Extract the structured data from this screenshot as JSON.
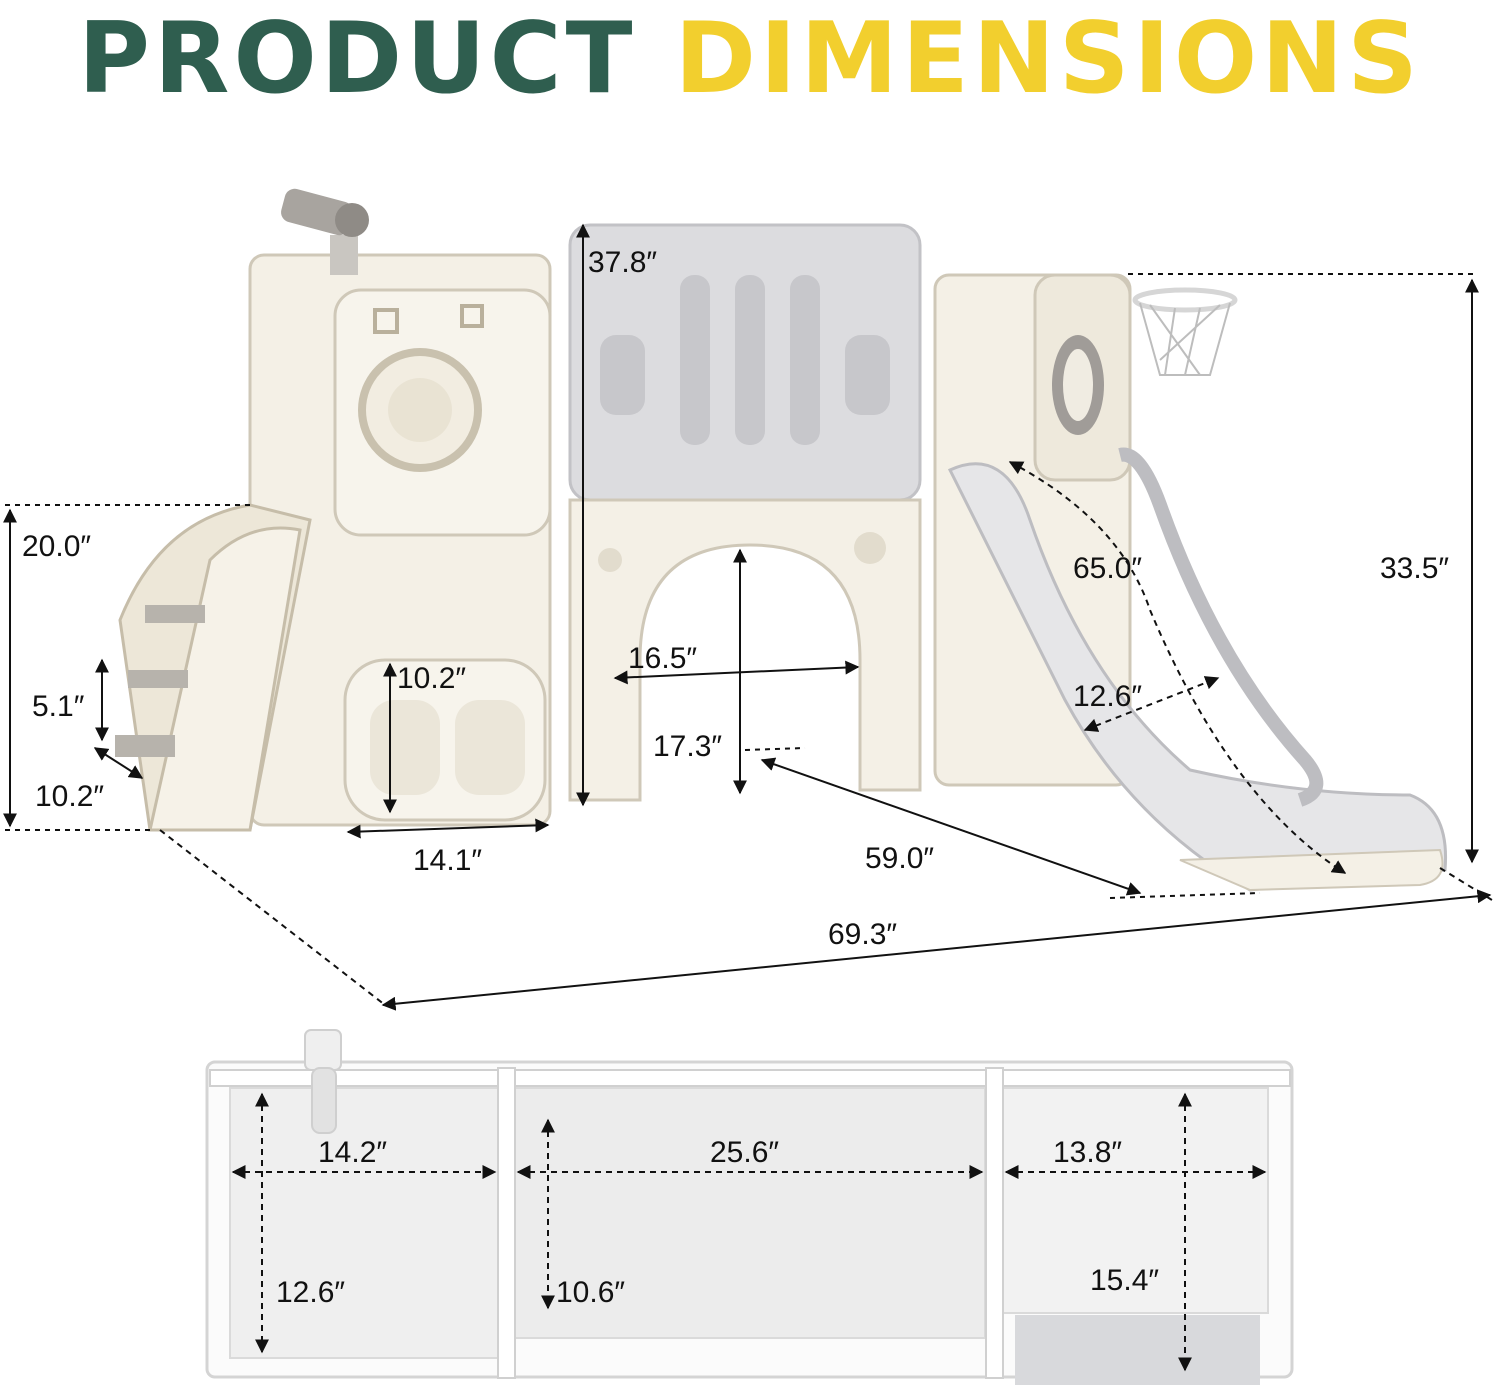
{
  "title": {
    "word1": "PRODUCT",
    "word2": "DIMENSIONS"
  },
  "colors": {
    "title_primary": "#2f5e4f",
    "title_accent": "#f2cf2e",
    "body": "#f4f0e6",
    "panel_gray": "#d9d9dc",
    "slide": "#e6e6e8"
  },
  "dimensions": {
    "overall_height": "37.8″",
    "hoop_height": "33.5″",
    "stairs_height": "20.0″",
    "step_height": "5.1″",
    "step_depth": "10.2″",
    "crawl_height": "10.2″",
    "crawl_width": "14.1″",
    "tunnel_width": "16.5″",
    "tunnel_height": "17.3″",
    "slide_length": "65.0″",
    "slide_width": "12.6″",
    "depth": "59.0″",
    "overall_length": "69.3″"
  },
  "top_view": {
    "left_width": "14.2″",
    "middle_width": "25.6″",
    "right_width": "13.8″",
    "left_depth": "12.6″",
    "middle_depth": "10.6″",
    "right_depth": "15.4″"
  }
}
